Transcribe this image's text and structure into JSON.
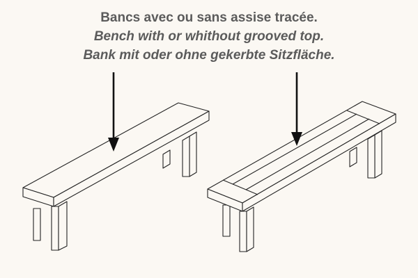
{
  "caption": {
    "french": "Bancs avec ou sans assise tracée.",
    "english": "Bench with or whithout grooved top.",
    "german": "Bank mit oder ohne gekerbte Sitzfläche."
  },
  "colors": {
    "background": "#fbf8f3",
    "caption_text": "#5b5b5b",
    "line_art": "#222222",
    "arrow": "#111111"
  }
}
